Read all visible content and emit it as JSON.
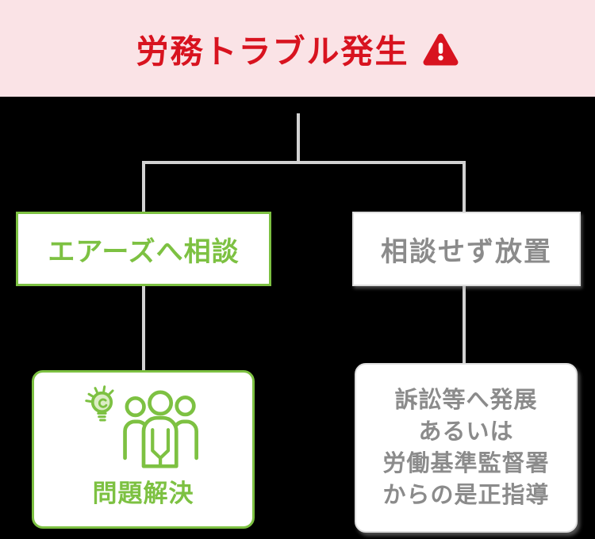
{
  "banner": {
    "title": "労務トラブル発生"
  },
  "flow": {
    "consult": {
      "label": "エアーズへ相談"
    },
    "neglect": {
      "label": "相談せず放置"
    },
    "solved": {
      "label": "問題解決"
    },
    "outcome": {
      "lines": [
        "訴訟等へ発展",
        "あるいは",
        "労働基準監督署",
        "からの是正指導"
      ]
    }
  },
  "icons": {
    "warning": "warning-triangle-icon",
    "solved": "people-lightbulb-icon"
  },
  "colors": {
    "banner_bg": "#fae3e6",
    "alert_red": "#d8131f",
    "accent_green": "#7dc142",
    "bulb_fill": "#dcedc6",
    "neutral_gray": "#8b8b8b",
    "border_gray": "#dedede",
    "line_gray": "#d2d2d2",
    "background": "#000000"
  }
}
